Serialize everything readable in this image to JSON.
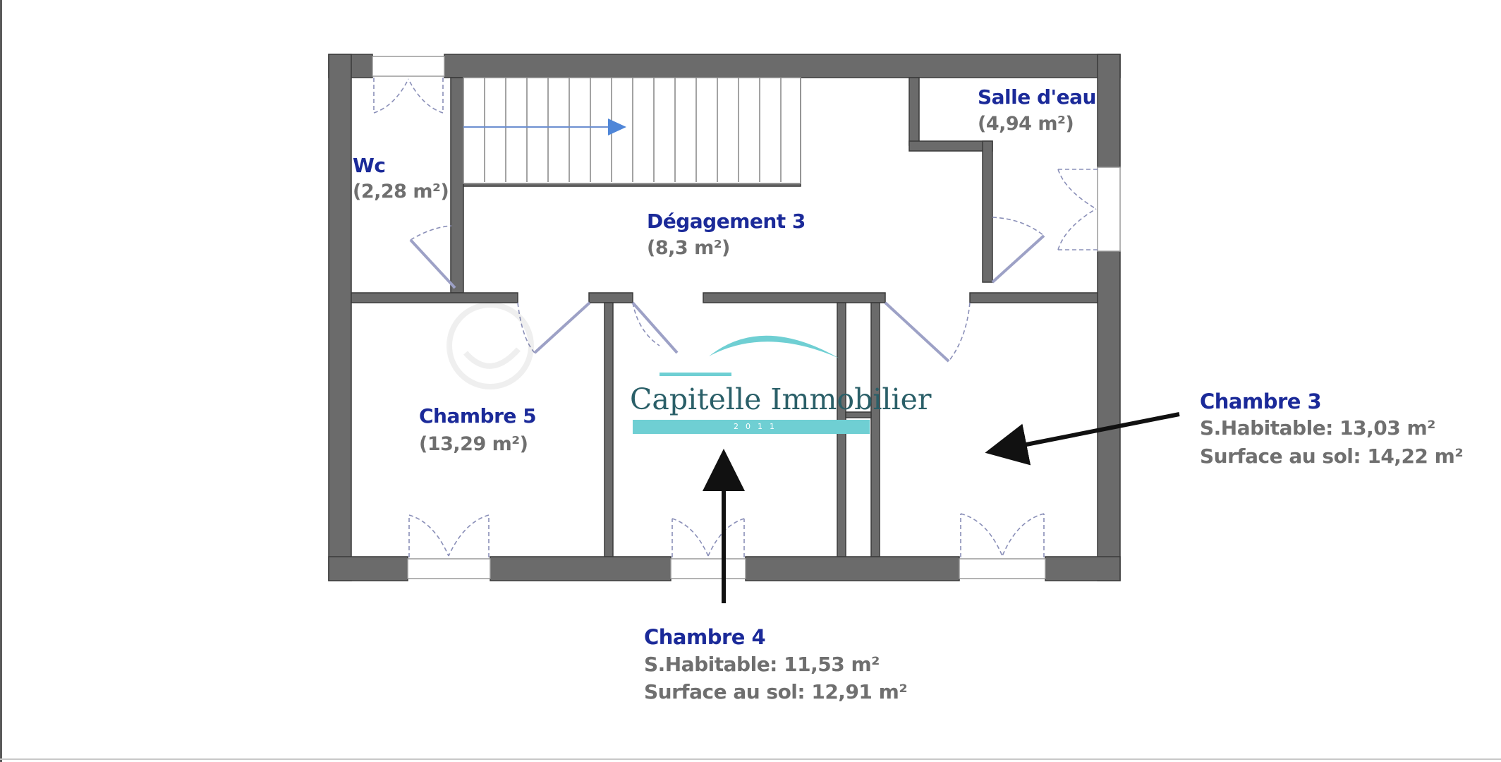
{
  "rooms": {
    "wc": {
      "name": "Wc",
      "area": "(2,28 m²)"
    },
    "salle_deau": {
      "name": "Salle d'eau",
      "area": "(4,94 m²)"
    },
    "degagement": {
      "name": "Dégagement 3",
      "area": "(8,3 m²)"
    },
    "chambre5": {
      "name": "Chambre 5",
      "area": "(13,29 m²)"
    }
  },
  "callouts": {
    "chambre3": {
      "name": "Chambre 3",
      "habitable": "S.Habitable: 13,03 m²",
      "sol": "Surface au sol: 14,22 m²"
    },
    "chambre4": {
      "name": "Chambre 4",
      "habitable": "S.Habitable: 11,53 m²",
      "sol": "Surface au sol: 12,91 m²"
    }
  },
  "watermark": {
    "brand": "Capitelle Immobilier",
    "year": "2011"
  },
  "colors": {
    "wall": "#6b6b6b",
    "wall_edge": "#3a3a3a",
    "room_label": "#1b2a99",
    "area_label": "#6f6f6f",
    "brand_text": "#2a5f68",
    "brand_accent": "#6fcfd3",
    "stair_arrow": "#4f86d8",
    "door_line": "#8a8fb8"
  }
}
